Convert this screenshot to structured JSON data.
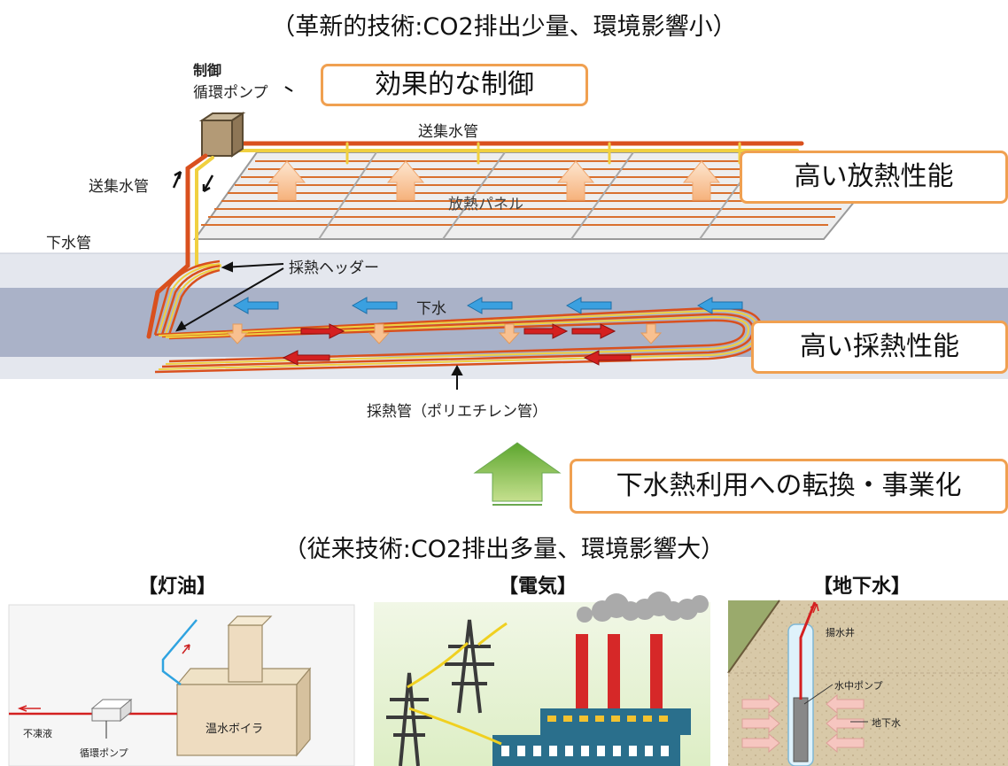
{
  "titles": {
    "new_tech": "（革新的技術:CO2排出少量、環境影響小）",
    "old_tech": "（従来技術:CO2排出多量、環境影響大）"
  },
  "callouts": {
    "control": "効果的な制御",
    "radiation": "高い放熱性能",
    "collection": "高い採熱性能",
    "conversion": "下水熱利用への転換・事業化"
  },
  "diagram_labels": {
    "control_bold": "制御",
    "pump": "循環ポンプ",
    "pipe_top": "送集水管",
    "pipe_left": "送集水管",
    "sewer_pipe": "下水管",
    "panel": "放熱パネル",
    "header": "採熱ヘッダー",
    "sewage": "下水",
    "collection_pipe": "採熱管（ポリエチレン管）"
  },
  "panels": {
    "kerosene": {
      "title": "【灯油】",
      "antifreeze": "不凍液",
      "pump": "循環ポンプ",
      "boiler": "温水ボイラ"
    },
    "electricity": {
      "title": "【電気】"
    },
    "groundwater": {
      "title": "【地下水】",
      "well": "揚水井",
      "pump": "水中ポンプ",
      "groundwater": "地下水"
    }
  },
  "colors": {
    "callout_border": "#f0a050",
    "pipe_hot": "#d9501e",
    "pipe_warm": "#f0d040",
    "arrow_cold": "#3aa0e0",
    "arrow_hot": "#d42020",
    "arrow_heat": "#f8c090",
    "big_arrow": "#8cc63f",
    "sewer_band": "#dfe3ec",
    "sewer_water": "#a8b0c8"
  }
}
